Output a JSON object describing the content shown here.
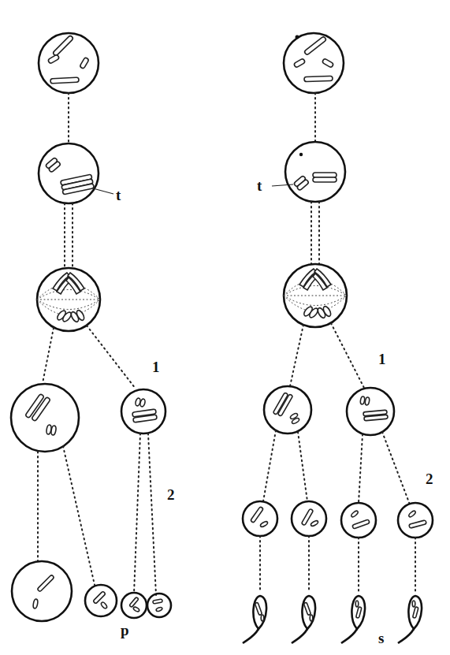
{
  "diagram": {
    "labels": [
      "t",
      "t",
      "1",
      "1",
      "2",
      "2",
      "p",
      "s"
    ]
  }
}
